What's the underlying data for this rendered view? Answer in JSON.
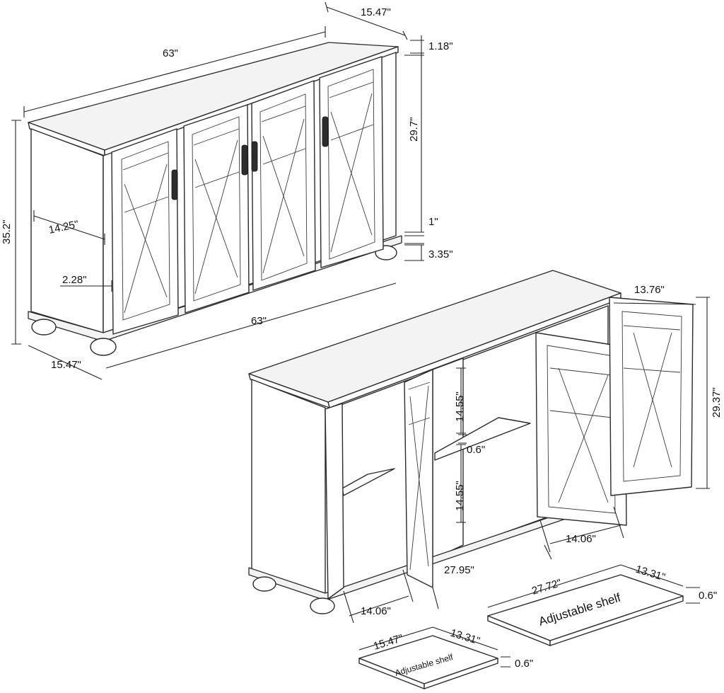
{
  "dimensions": {
    "top_width": "63\"",
    "top_depth": "15.47\"",
    "top_thickness": "1.18\"",
    "body_height": "29.7\"",
    "base_trim": "1\"",
    "foot_height": "3.35\"",
    "total_height": "35.2\"",
    "side_depth": "14.25\"",
    "side_offset": "2.28\"",
    "base_width": "63\"",
    "base_depth": "15.47\"",
    "door_width": "13.76\"",
    "door_height": "29.37\"",
    "shelf_gap_upper": "14.55\"",
    "shelf_gap_lower": "14.55\"",
    "shelf_thickness_inside": "0.6\"",
    "interior_width": "27.95\"",
    "opening_left": "14.06\"",
    "opening_right": "14.06\""
  },
  "large_shelf": {
    "label": "Adjustable shelf",
    "width": "27.72\"",
    "depth": "13.31\"",
    "thickness": "0.6\""
  },
  "small_shelf": {
    "label": "Adjustable shelf",
    "width": "15.47\"",
    "depth": "13.31\"",
    "thickness": "0.6\""
  }
}
